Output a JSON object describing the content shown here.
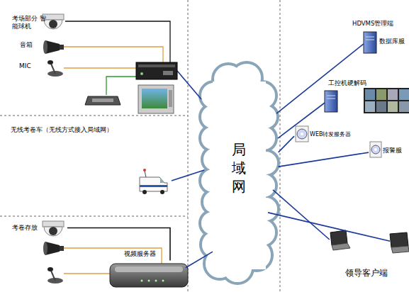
{
  "diagram": {
    "nodes": [
      {
        "text": [
          "局域网"
        ]
      },
      {
        "text": [
          "考场部分 智能球机"
        ]
      },
      {
        "text": [
          "音箱"
        ]
      },
      {
        "text": [
          "MIC"
        ]
      },
      {
        "text": [
          "无线考卷车（无线方式接入局域网）"
        ]
      },
      {
        "text": [
          "考卷存放"
        ]
      },
      {
        "text": [
          "视频服务器"
        ]
      },
      {
        "text": [
          "HDVMS管理端",
          "数据库服"
        ]
      },
      {
        "text": [
          "工控机硬解码"
        ]
      },
      {
        "text": [
          "WEB转发服务器"
        ]
      },
      {
        "text": [
          "报警服"
        ]
      },
      {
        "text": [
          "领导客户端"
        ]
      }
    ],
    "edges": [
      {
        "from": 5,
        "to": 6,
        "arrow": "none"
      },
      {
        "from": 6,
        "to": 0,
        "arrow": "none"
      },
      {
        "from": 4,
        "to": 0,
        "arrow": "none"
      },
      {
        "from": 7,
        "to": 0,
        "arrow": "none"
      },
      {
        "from": 8,
        "to": 0,
        "arrow": "none"
      },
      {
        "from": 9,
        "to": 0,
        "arrow": "none"
      },
      {
        "from": 10,
        "to": 0,
        "arrow": "none"
      },
      {
        "from": 0,
        "to": 11,
        "arrow": "none"
      },
      {
        "from": 0,
        "to": 11,
        "arrow": "none"
      }
    ]
  }
}
